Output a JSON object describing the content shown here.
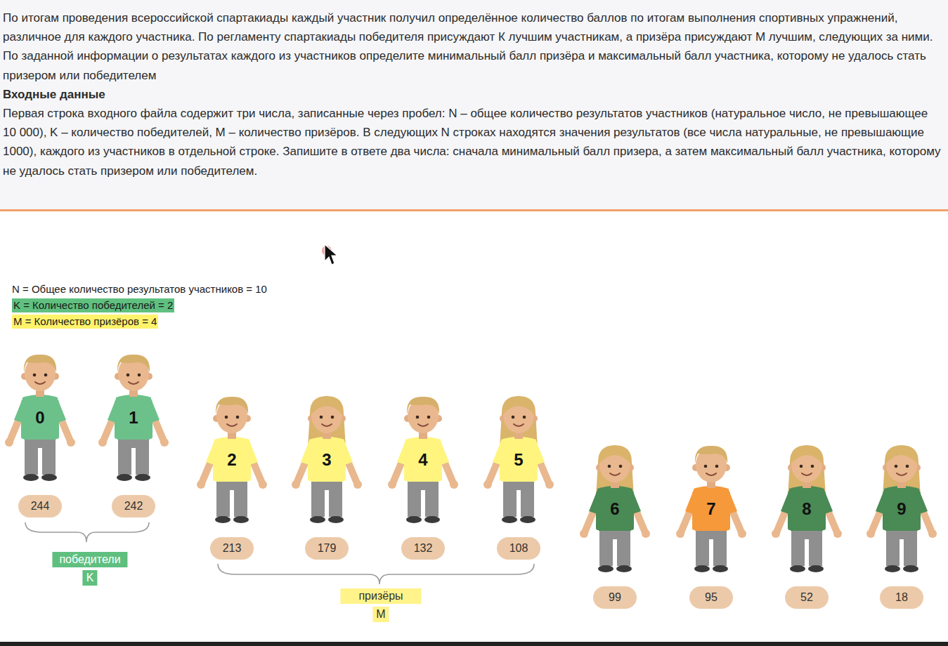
{
  "diagram": {
    "nodes": [
      {
        "text": [
          "K = Количество победителей = 2"
        ]
      },
      {
        "text": [
          "M = Количество призёров = 4"
        ]
      },
      {
        "text": [
          "0"
        ]
      },
      {
        "text": [
          "244"
        ]
      },
      {
        "text": [
          "1"
        ]
      },
      {
        "text": [
          "242"
        ]
      },
      {
        "text": [
          "2"
        ]
      },
      {
        "text": [
          "213"
        ]
      },
      {
        "text": [
          "3"
        ]
      },
      {
        "text": [
          "179"
        ]
      },
      {
        "text": [
          "4"
        ]
      },
      {
        "text": [
          "132"
        ]
      },
      {
        "text": [
          "5"
        ]
      },
      {
        "text": [
          "108"
        ]
      },
      {
        "text": [
          "6"
        ]
      },
      {
        "text": [
          "99"
        ]
      },
      {
        "text": [
          "7"
        ]
      },
      {
        "text": [
          "95"
        ]
      },
      {
        "text": [
          "8"
        ]
      },
      {
        "text": [
          "52"
        ]
      },
      {
        "text": [
          "9"
        ]
      },
      {
        "text": [
          "18"
        ]
      },
      {
        "text": [
          "победители",
          "K"
        ]
      },
      {
        "text": [
          "призёры",
          "M"
        ]
      }
    ],
    "labels": [
      "По итогам проведения всероссийской спартакиады каждый участник получил определённое количество баллов по итогам выполнения спортивных упражнений, различное для каждого участника. По регламенту спартакиады победителя присуждают К лучшим участникам, а призёра присуждают М лучшим, следующих за ними. По заданной информации о результатах каждого из участников определите минимальный балл призёра и максимальный балл участника, которому не удалось стать призером или победителем",
      "Входные данные",
      "Первая строка входного файла содержит три числа, записанные через пробел: N – общее количество результатов участников (натуральное число, не превышающее 10 000), K – количество победителей, M – количество призёров. В следующих N строках находятся значения результатов (все числа натуральные, не превышающие 1000), каждого из участников в отдельной строке. Запишите в ответе два числа: сначала минимальный балл призера, а затем максимальный балл участника, которому не удалось стать призером или победителем.",
      "N = Общее количество результатов участников = 10"
    ]
  }
}
